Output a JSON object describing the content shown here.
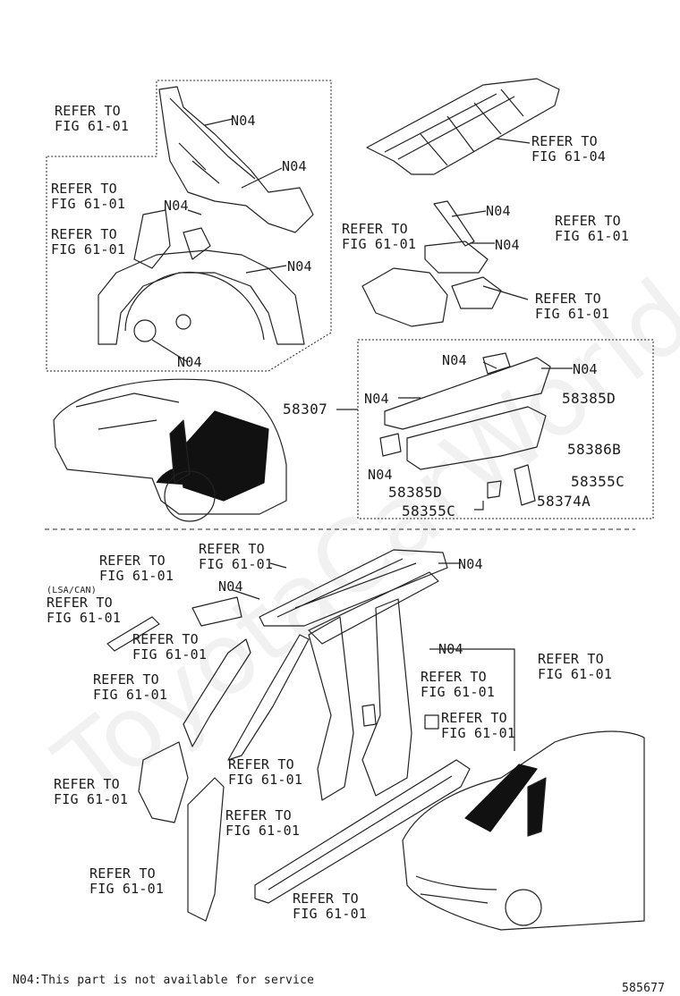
{
  "watermark": "ToyotaCarWorld.ru",
  "labels": {
    "refer_fig_61_01": "REFER TO\nFIG 61-01",
    "refer_fig_61_04": "REFER TO\nFIG 61-04",
    "n04": "N04",
    "lsa_can": "(LSA/CAN)"
  },
  "parts": {
    "p58307": "58307",
    "p58385D": "58385D",
    "p58386B": "58386B",
    "p58355C": "58355C",
    "p58374A": "58374A"
  },
  "footer": {
    "note": "N04:This part is not available for service",
    "figure_number": "585677"
  }
}
